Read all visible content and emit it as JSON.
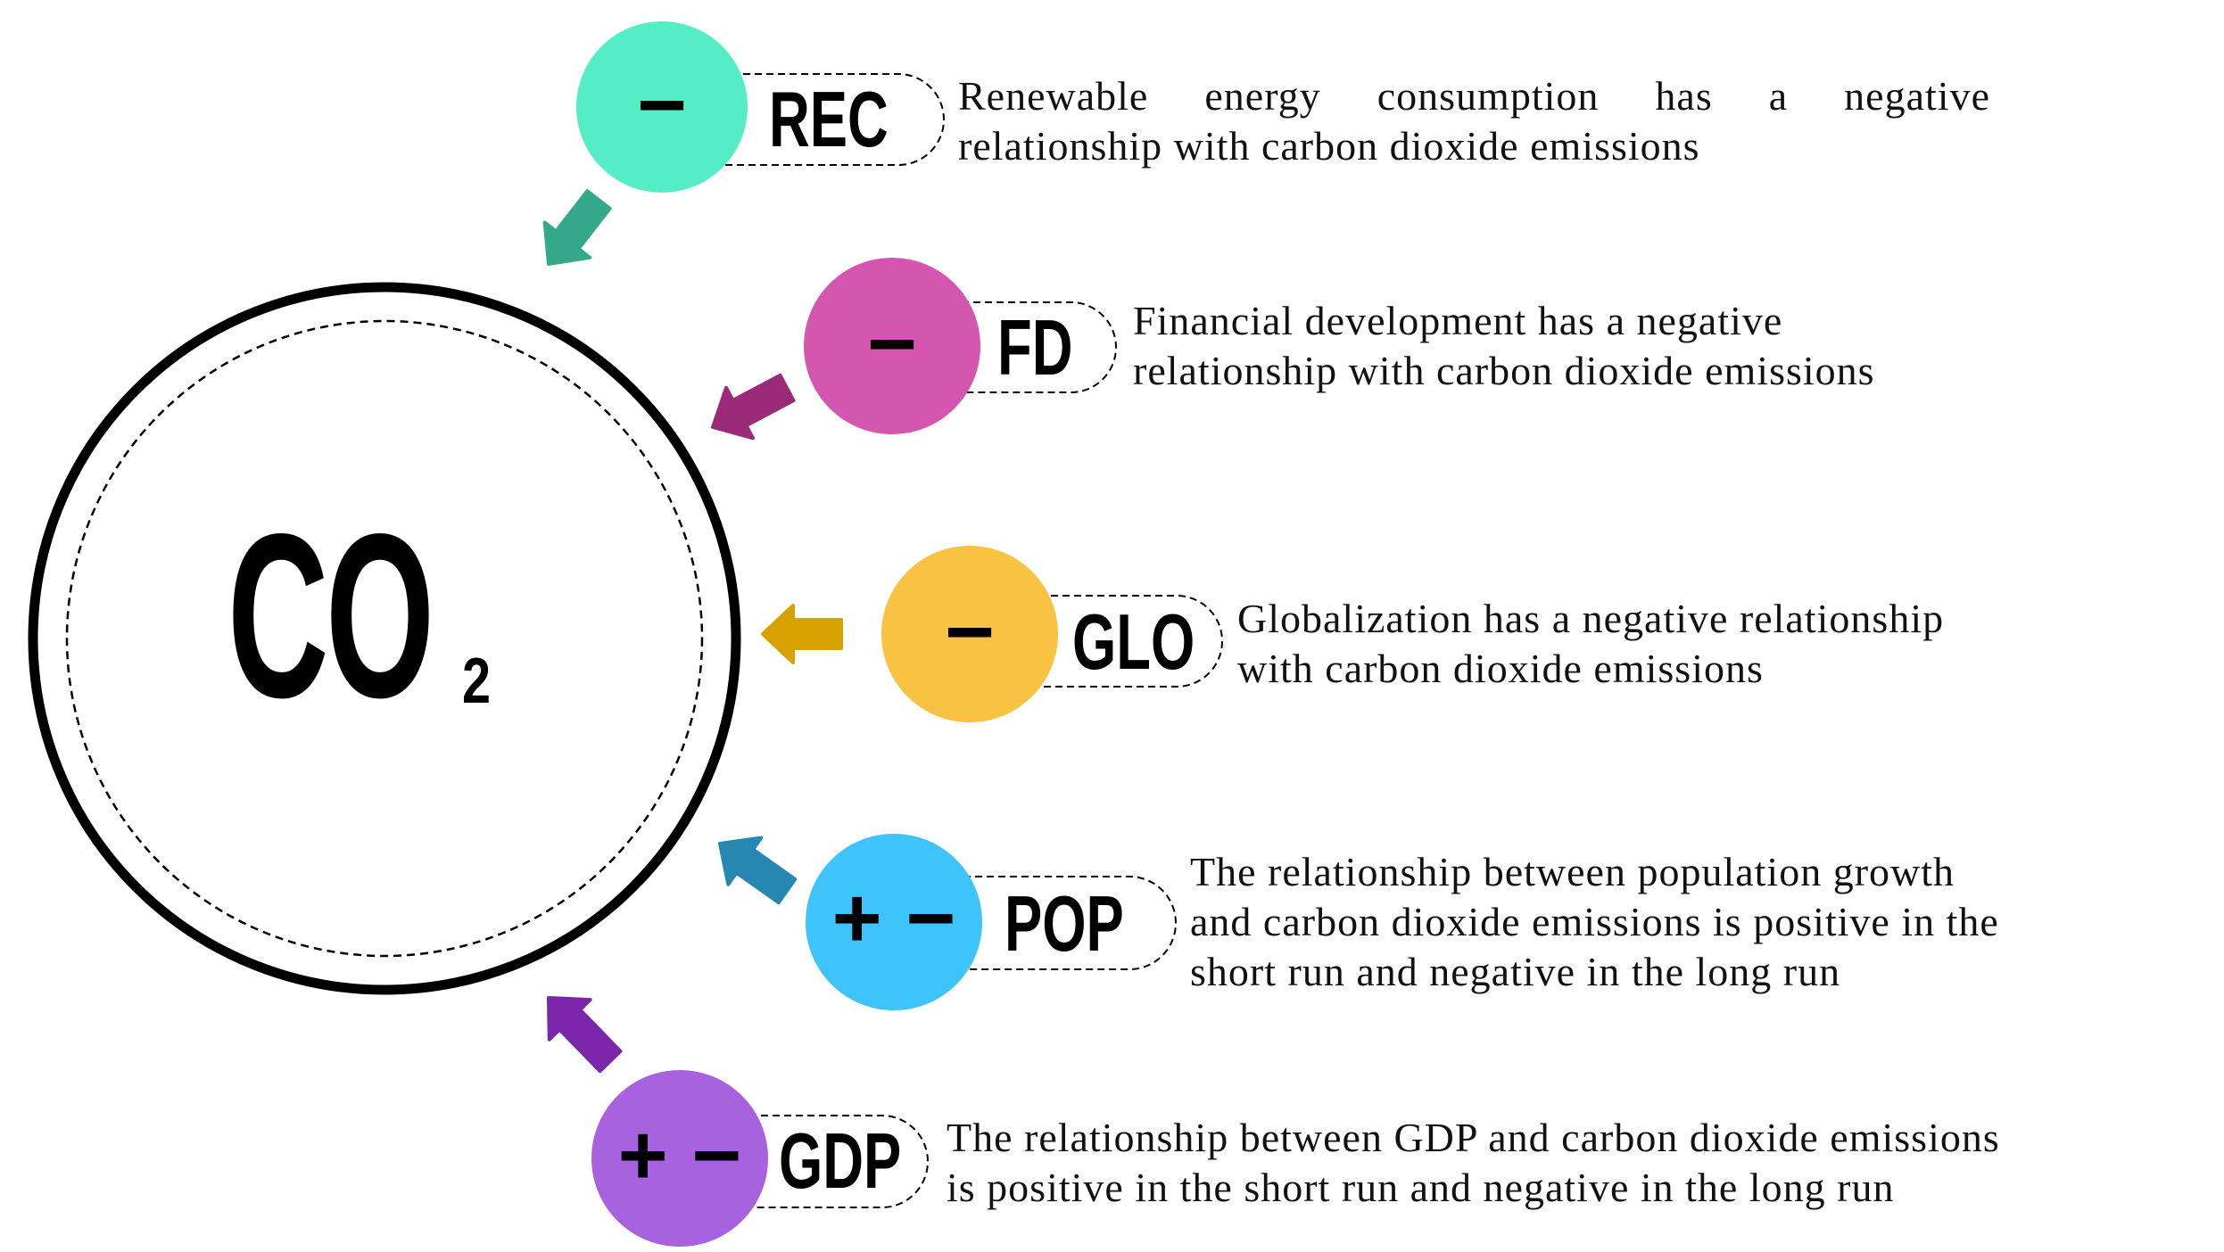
{
  "center": {
    "main": "CO",
    "subscript": "2"
  },
  "factors": [
    {
      "id": "rec",
      "label": "REC",
      "sign": "−",
      "color": "#55EDC6",
      "arrow_color": "#33A98A",
      "description": [
        "Renewable energy consumption has a negative",
        "relationship with carbon dioxide emissions"
      ]
    },
    {
      "id": "fd",
      "label": "FD",
      "sign": "−",
      "color": "#D456AF",
      "arrow_color": "#9B2A78",
      "description": [
        "Financial development has a negative",
        "relationship with carbon dioxide emissions"
      ]
    },
    {
      "id": "glo",
      "label": "GLO",
      "sign": "−",
      "color": "#F9C243",
      "arrow_color": "#D7A200",
      "description": [
        "Globalization has a negative relationship",
        "with carbon dioxide emissions"
      ]
    },
    {
      "id": "pop",
      "label": "POP",
      "sign": "+ −",
      "color": "#3EC3FA",
      "arrow_color": "#2687B3",
      "description": [
        "The relationship between population growth",
        "and carbon dioxide emissions is positive in the",
        "short run and negative in the long run"
      ]
    },
    {
      "id": "gdp",
      "label": "GDP",
      "sign": "+ −",
      "color": "#A962DF",
      "arrow_color": "#7A27AC",
      "description": [
        "The relationship between GDP and carbon dioxide emissions",
        "is positive in the short run and negative in the long run"
      ]
    }
  ]
}
